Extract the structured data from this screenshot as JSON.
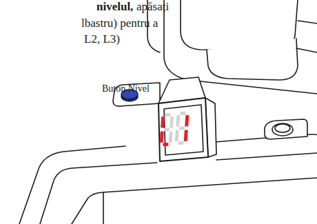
{
  "diagram": {
    "labels": [
      "nivelul,",
      "apăsați",
      "lbastru) pentru a",
      "L2, L3)",
      "Buton Nivel"
    ]
  }
}
